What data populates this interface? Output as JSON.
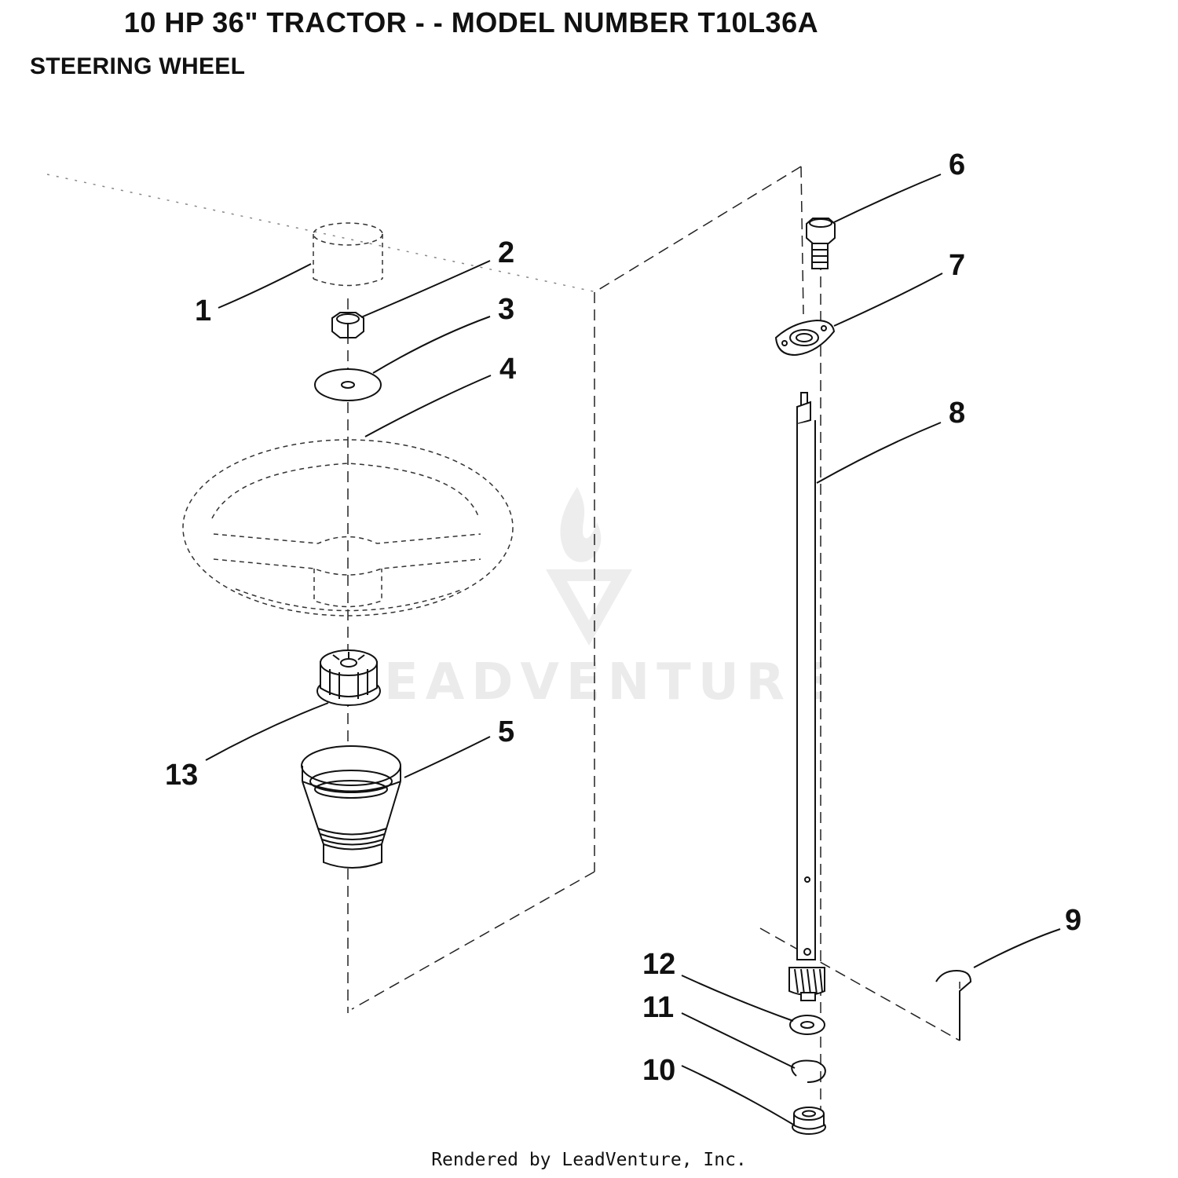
{
  "header": {
    "title": "10 HP  36\"  TRACTOR  - - MODEL NUMBER T10L36A",
    "section": "STEERING WHEEL"
  },
  "watermark": {
    "text": "LEADVENTURE",
    "color": "#e9e9e9"
  },
  "callouts": {
    "c1": "1",
    "c2": "2",
    "c3": "3",
    "c4": "4",
    "c5": "5",
    "c6": "6",
    "c7": "7",
    "c8": "8",
    "c9": "9",
    "c10": "10",
    "c11": "11",
    "c12": "12",
    "c13": "13"
  },
  "footer": {
    "credit": "Rendered by LeadVenture, Inc."
  }
}
